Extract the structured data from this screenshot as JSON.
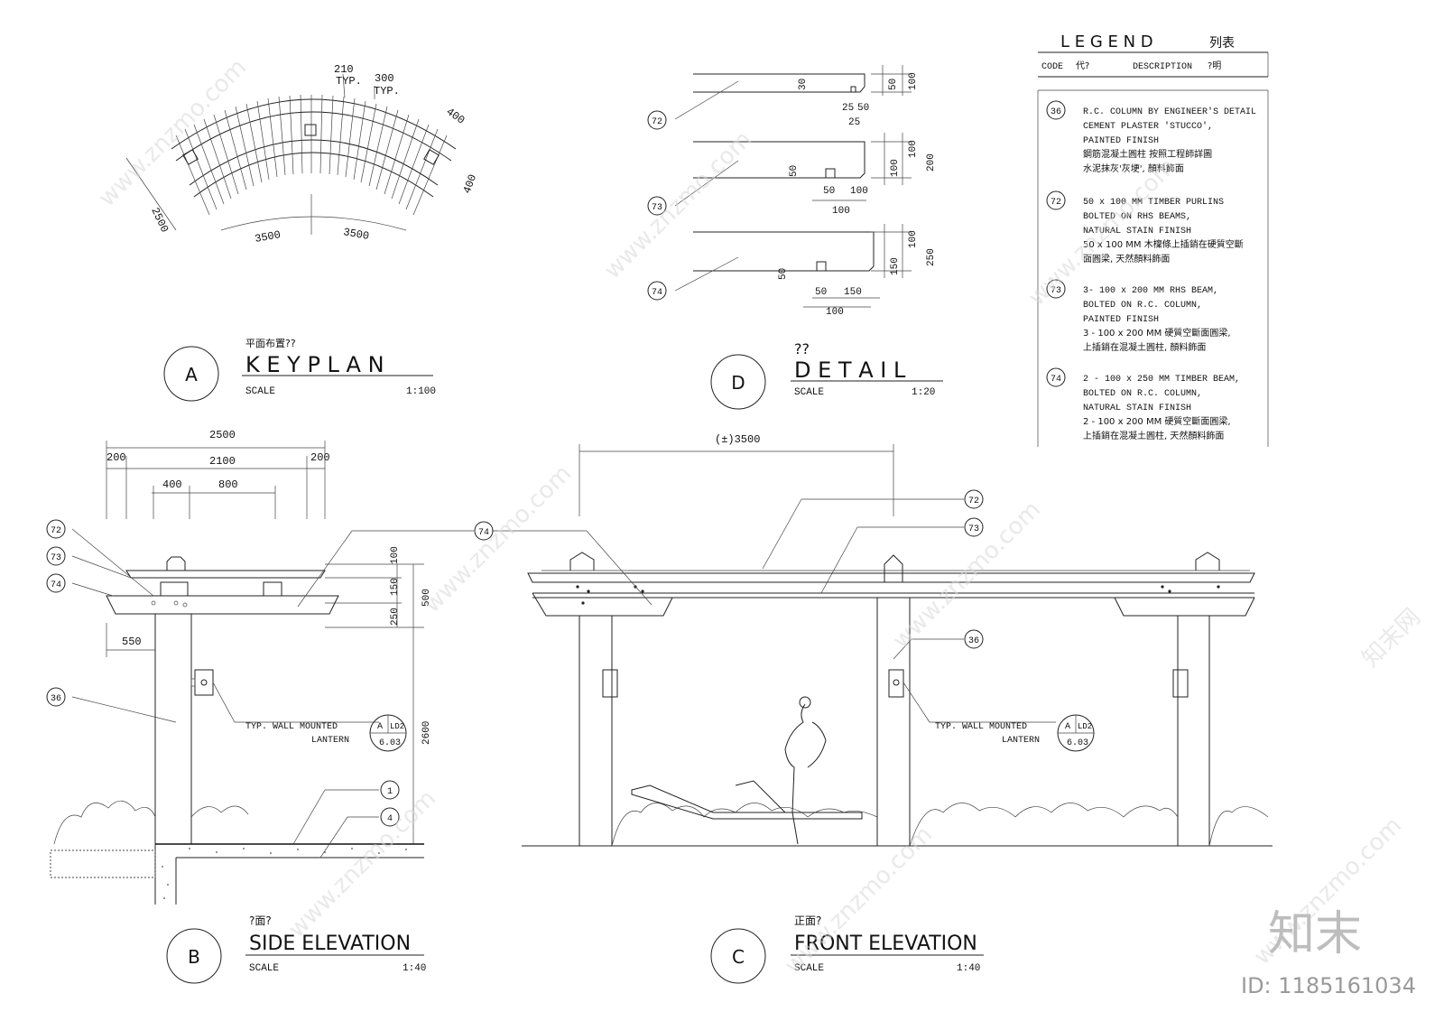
{
  "legend": {
    "title": "L E G E N D",
    "title_cn": "列表",
    "col_code": "CODE",
    "col_code_cn": "代?",
    "col_desc": "DESCRIPTION",
    "col_desc_cn": "?明",
    "items": [
      {
        "code": "36",
        "lines": [
          "R.C. COLUMN BY ENGINEER'S DETAIL",
          "CEMENT PLASTER 'STUCCO',",
          "PAINTED FINISH",
          "鋼筋混凝土圓柱 按照工程師詳圖",
          "水泥抹灰'灰埂', 顏料飾面"
        ]
      },
      {
        "code": "72",
        "lines": [
          "50 x 100 MM TIMBER PURLINS",
          "BOLTED ON RHS BEAMS,",
          "NATURAL STAIN FINISH",
          "50 x 100 MM   木檁條上插銷在硬質空斷",
          "面圓梁, 天然顏料飾面"
        ]
      },
      {
        "code": "73",
        "lines": [
          "3- 100 x 200 MM RHS BEAM,",
          "BOLTED ON R.C. COLUMN,",
          "PAINTED FINISH",
          "3 - 100 x 200 MM  硬質空斷面圓梁,",
          "上插銷在混凝土圓柱, 顏料飾面"
        ]
      },
      {
        "code": "74",
        "lines": [
          "2 - 100 x 250 MM TIMBER BEAM,",
          "BOLTED ON R.C. COLUMN,",
          "NATURAL STAIN FINISH",
          "2 - 100 x 200 MM  硬質空斷面圓梁,",
          "上插銷在混凝土圓柱, 天然顏料飾面"
        ]
      }
    ]
  },
  "views": {
    "a": {
      "letter": "A",
      "cn": "平面布置??",
      "title": "K E Y   P L A N",
      "scale_label": "SCALE",
      "scale": "1:100"
    },
    "d": {
      "letter": "D",
      "cn": "??",
      "title": "D E T A I L",
      "scale_label": "SCALE",
      "scale": "1:20"
    },
    "b": {
      "letter": "B",
      "cn": "?面?",
      "title": "SIDE ELEVATION",
      "scale_label": "SCALE",
      "scale": "1:40"
    },
    "c": {
      "letter": "C",
      "cn": "正面?",
      "title": "FRONT ELEVATION",
      "scale_label": "SCALE",
      "scale": "1:40"
    }
  },
  "keyplan_dims": {
    "d210": "210",
    "typ1": "TYP.",
    "d300": "300",
    "typ2": "TYP.",
    "d400a": "400",
    "d400b": "400",
    "d2500": "2500",
    "d3500a": "3500",
    "d3500b": "3500"
  },
  "detail_dims": {
    "p72": {
      "d30": "30",
      "d25a": "25",
      "d50a": "50",
      "d25b": "25",
      "d50b": "50",
      "d100": "100"
    },
    "p73": {
      "d50v": "50",
      "d50": "50",
      "d100a": "100",
      "d100b": "100",
      "d100v": "100",
      "d100r": "100",
      "d200": "200"
    },
    "p74": {
      "d50v": "50",
      "d50": "50",
      "d150": "150",
      "d100": "100",
      "d150v": "150",
      "d100v": "100",
      "d250": "250"
    }
  },
  "side_dims": {
    "d2500": "2500",
    "d200a": "200",
    "d2100": "2100",
    "d200b": "200",
    "d400": "400",
    "d800": "800",
    "d100": "100",
    "d150": "150",
    "d500": "500",
    "d250": "250",
    "d550": "550",
    "d2600": "2600"
  },
  "front_dims": {
    "d3500": "(±)3500"
  },
  "tags": {
    "t72": "72",
    "t73": "73",
    "t74": "74",
    "t36": "36",
    "t1": "1",
    "t4": "4"
  },
  "lantern": {
    "line1": "TYP. WALL MOUNTED",
    "line2": "LANTERN",
    "ref_a": "A",
    "ref_ld": "LD2",
    "ref_num": "6.03"
  },
  "watermark": {
    "brand": "知末",
    "id": "ID: 1185161034",
    "site": "www.znzmo.com",
    "cn": "知末网"
  }
}
